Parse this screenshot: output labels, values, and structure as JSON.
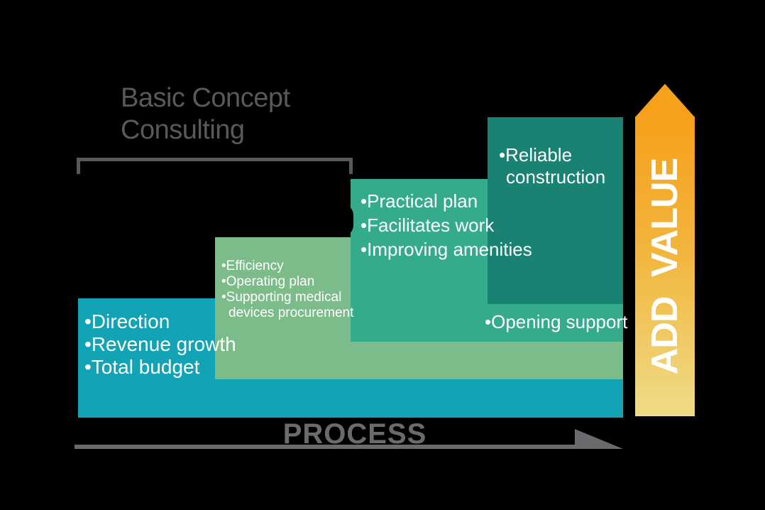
{
  "title": {
    "line1": "Basic Concept",
    "line2": "Consulting"
  },
  "steps": [
    {
      "name": "basic-concept-consulting",
      "color": "#12A3B4",
      "items": [
        "•Direction",
        "•Revenue growth",
        "•Total budget"
      ]
    },
    {
      "name": "planning",
      "color": "#7CBC8A",
      "items": [
        "•Efficiency",
        "•Operating plan",
        "•Supporting medical devices procurement"
      ]
    },
    {
      "name": "design",
      "color": "#35AB8E",
      "items": [
        "•Practical plan",
        "•Facilitates work",
        "•Improving amenities"
      ]
    },
    {
      "name": "construction",
      "color": "#1A8273",
      "items": [
        "•Reliable construction"
      ]
    }
  ],
  "opening_support": {
    "items": [
      "•Opening support"
    ]
  },
  "process": {
    "label": "PROCESS",
    "color": "#6A6B6E"
  },
  "add_value": {
    "label": "ADD VALUE",
    "gradient_top": "#F6A01C",
    "gradient_bottom": "#EFDC87",
    "text_color": "#FFFFFF"
  },
  "colors": {
    "background": "#000000",
    "title_gray": "#58595B",
    "bracket_gray": "#58595B",
    "bullet_text": "#FFFFFF"
  }
}
